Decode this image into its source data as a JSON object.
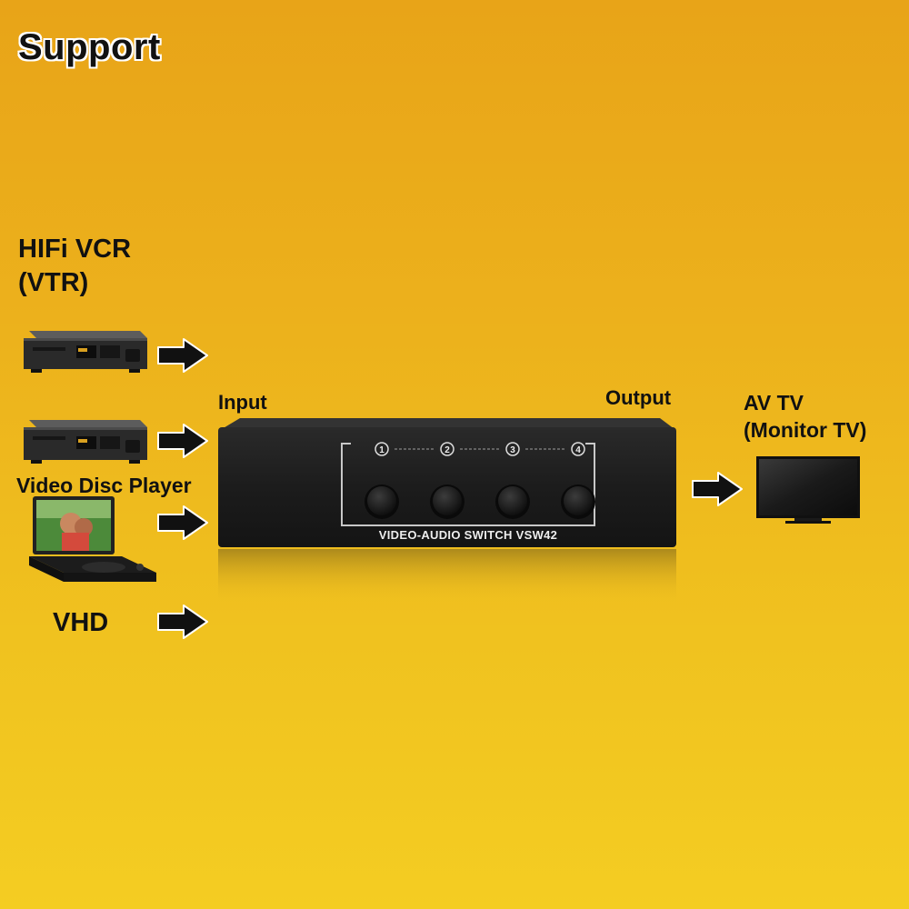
{
  "heading": "Support",
  "sources": {
    "vcr_title_line1": "HIFi VCR",
    "vcr_title_line2": "(VTR)",
    "disc_player": "Video Disc Player",
    "vhd": "VHD"
  },
  "switch": {
    "input_label": "Input",
    "output_label": "Output",
    "model_label": "VIDEO-AUDIO SWITCH VSW42",
    "buttons": [
      "1",
      "2",
      "3",
      "4"
    ]
  },
  "output_device": {
    "line1": "AV TV",
    "line2": "(Monitor TV)"
  },
  "colors": {
    "background_top": "#e8a418",
    "background_bottom": "#f4cd22",
    "switch_body": "#1b1b1b",
    "arrow": "#111111"
  },
  "icons": [
    "vcr-icon",
    "vcr-icon",
    "dvd-player-icon",
    "tv-icon",
    "arrow-right-icon"
  ]
}
